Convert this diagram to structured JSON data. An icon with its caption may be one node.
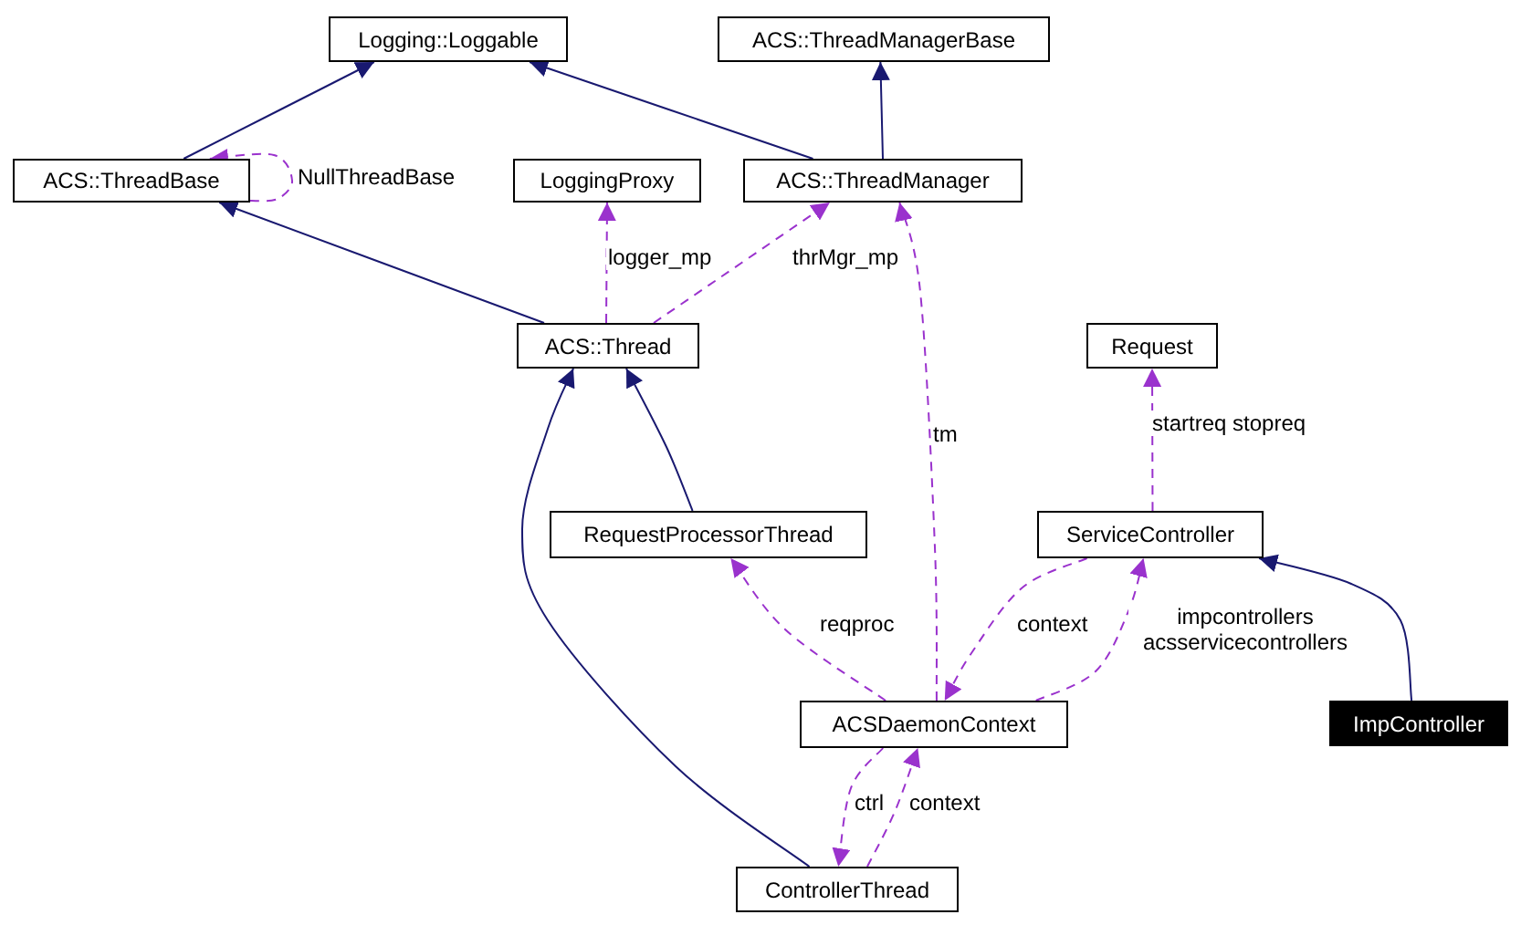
{
  "diagram": {
    "nodes": [
      {
        "text": [
          "Logging::Loggable"
        ]
      },
      {
        "text": [
          "ACS::ThreadManagerBase"
        ]
      },
      {
        "text": [
          "ACS::ThreadBase"
        ]
      },
      {
        "text": [
          "LoggingProxy"
        ]
      },
      {
        "text": [
          "ACS::ThreadManager"
        ]
      },
      {
        "text": [
          "ACS::Thread"
        ]
      },
      {
        "text": [
          "Request"
        ]
      },
      {
        "text": [
          "RequestProcessorThread"
        ]
      },
      {
        "text": [
          "ServiceController"
        ]
      },
      {
        "text": [
          "ACSDaemonContext"
        ]
      },
      {
        "text": [
          "ImpController"
        ]
      },
      {
        "text": [
          "ControllerThread"
        ]
      }
    ],
    "edges": [
      {
        "from": 2,
        "to": 0,
        "arrow": "to",
        "color": "#191970"
      },
      {
        "from": 4,
        "to": 0,
        "arrow": "to",
        "color": "#191970"
      },
      {
        "from": 4,
        "to": 1,
        "arrow": "to",
        "color": "#191970"
      },
      {
        "from": 2,
        "to": 2,
        "arrow": "to",
        "label": "NullThreadBase",
        "style": "dashed"
      },
      {
        "from": 5,
        "to": 2,
        "arrow": "to",
        "color": "#191970"
      },
      {
        "from": 5,
        "to": 3,
        "arrow": "to",
        "label": "logger_mp",
        "style": "dashed"
      },
      {
        "from": 5,
        "to": 4,
        "arrow": "to",
        "label": "thrMgr_mp",
        "style": "dashed"
      },
      {
        "from": 7,
        "to": 5,
        "arrow": "to",
        "color": "#191970"
      },
      {
        "from": 11,
        "to": 5,
        "arrow": "to",
        "color": "#191970"
      },
      {
        "from": 9,
        "to": 4,
        "arrow": "to",
        "label": "tm",
        "style": "dashed"
      },
      {
        "from": 8,
        "to": 6,
        "arrow": "to",
        "label": "startreq stopreq",
        "style": "dashed"
      },
      {
        "from": 9,
        "to": 7,
        "arrow": "to",
        "label": "reqproc",
        "style": "dashed"
      },
      {
        "from": 8,
        "to": 9,
        "arrow": "to",
        "label": "context",
        "style": "dashed"
      },
      {
        "from": 9,
        "to": 8,
        "arrow": "to",
        "label": "impcontrollers acsservicecontrollers",
        "style": "dashed"
      },
      {
        "from": 10,
        "to": 8,
        "arrow": "to",
        "color": "#191970"
      },
      {
        "from": 9,
        "to": 11,
        "arrow": "to",
        "label": "ctrl",
        "style": "dashed"
      },
      {
        "from": 11,
        "to": 9,
        "arrow": "to",
        "label": "context",
        "style": "dashed"
      }
    ]
  }
}
